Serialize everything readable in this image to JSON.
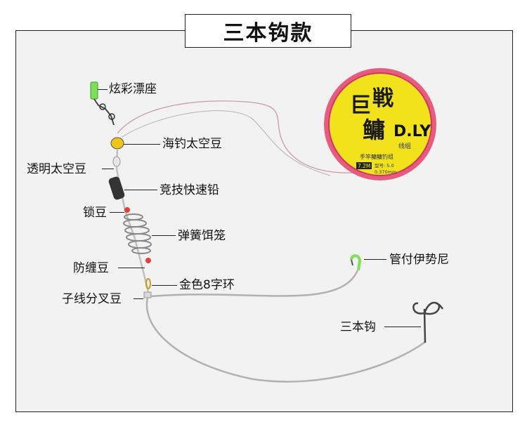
{
  "title": "三本钩款",
  "spool": {
    "brand_glyph_1": "巨",
    "brand_glyph_2": "戦",
    "brand_glyph_3": "鳙",
    "logo": "D.LY",
    "sub": "线组",
    "product": "手竿鳙鳙钓组",
    "length": "7.2M",
    "model": "型号: 5.0",
    "diameter": "0.370mm"
  },
  "labels": {
    "float_seat": "炫彩漂座",
    "sea_bean": "海钓太空豆",
    "clear_bean": "透明太空豆",
    "sinker": "竞技快速铅",
    "lock_bean": "锁豆",
    "spring_cage": "弹簧饵笼",
    "anti_tangle": "防缠豆",
    "swivel": "金色8字环",
    "fork_bean": "子线分叉豆",
    "tube_hook": "管付伊势尼",
    "treble_hook": "三本钩"
  },
  "colors": {
    "spool_face": "#f2e21c",
    "spool_rim": "#d7406a",
    "accent_green": "#7ee05a",
    "line": "#b5b0b0"
  }
}
